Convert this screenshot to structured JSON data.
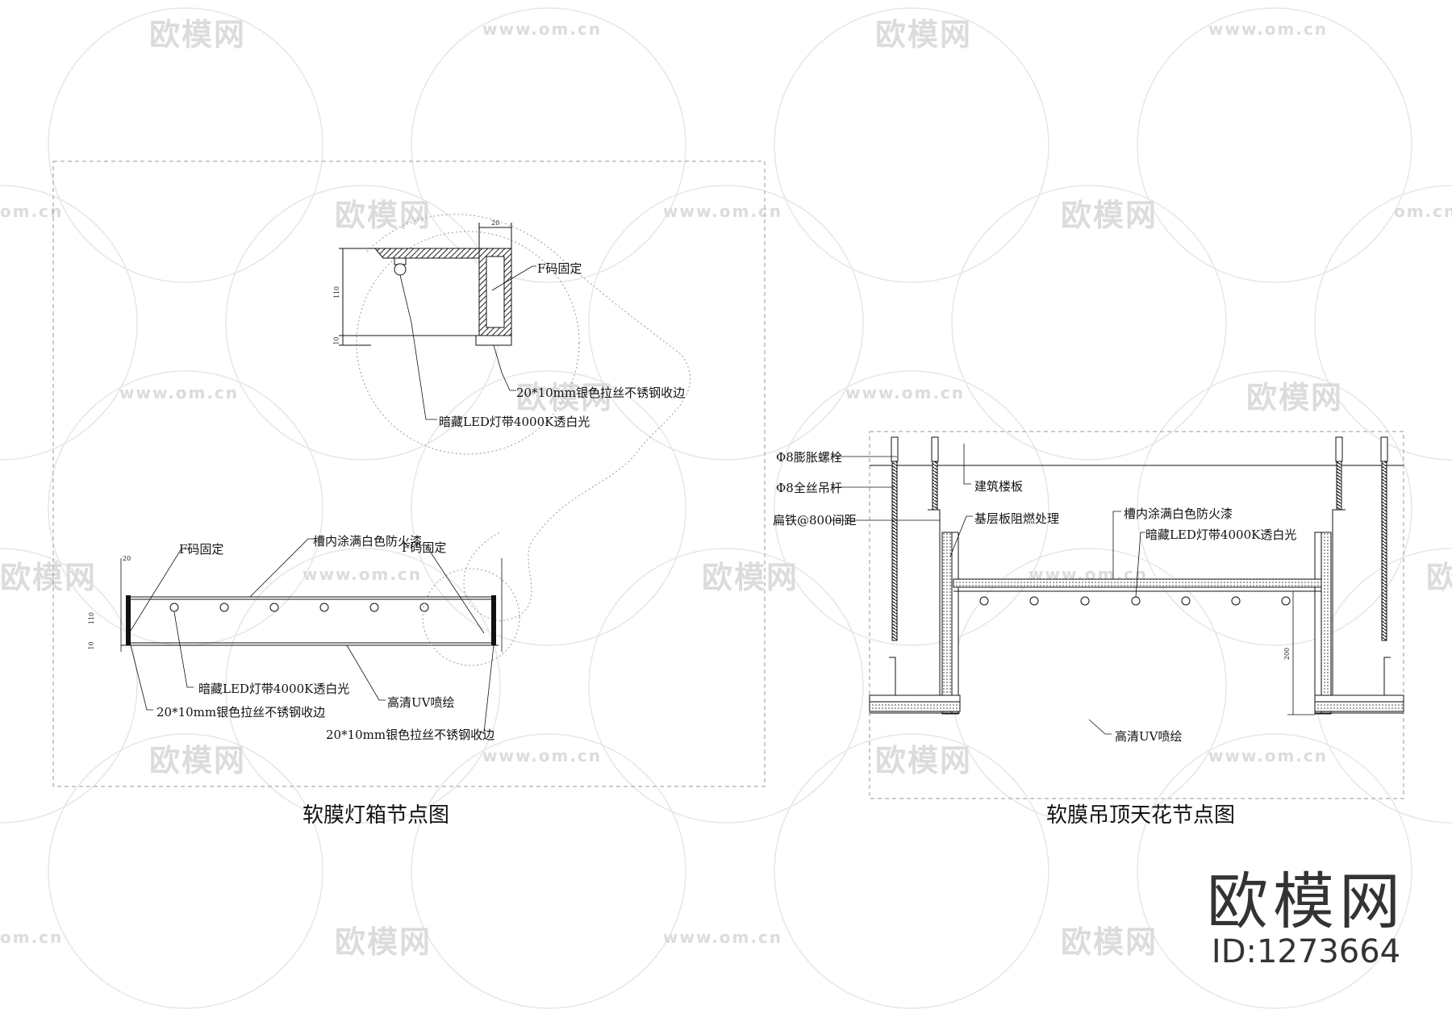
{
  "watermark": {
    "brand_text": "欧模网",
    "url_text": "www.om.cn",
    "partial_url": "om.cn"
  },
  "left_drawing": {
    "caption": "软膜灯箱节点图",
    "detail": {
      "f_clip": "F码固定",
      "steel_trim": "20*10mm银色拉丝不锈钢收边",
      "led_strip": "暗藏LED灯带4000K透白光",
      "dim_width": "20",
      "dim_height": "110",
      "dim_bottom": "10"
    },
    "section": {
      "groove_paint": "槽内涂满白色防火漆",
      "f_clip_left": "F码固定",
      "f_clip_right": "F码固定",
      "led_strip": "暗藏LED灯带4000K透白光",
      "uv_print": "高清UV喷绘",
      "steel_trim_left": "20*10mm银色拉丝不锈钢收边",
      "steel_trim_right": "20*10mm银色拉丝不锈钢收边",
      "dim_110": "110",
      "dim_20": "20",
      "dim_10": "10"
    }
  },
  "right_drawing": {
    "caption": "软膜吊顶天花节点图",
    "labels": {
      "expansion_bolt": "Φ8膨胀螺栓",
      "threaded_rod": "Φ8全丝吊杆",
      "flat_iron": "扁铁@800间距",
      "floor_slab": "建筑楼板",
      "base_board": "基层板阻燃处理",
      "groove_paint": "槽内涂满白色防火漆",
      "led_strip": "暗藏LED灯带4000K透白光",
      "uv_print": "高清UV喷绘",
      "dim_200": "200"
    }
  },
  "brand": {
    "name": "欧模网",
    "id": "ID:1273664"
  },
  "colors": {
    "line": "#111111",
    "dashed": "#9a9a9a",
    "watermark": "#dcdcdc",
    "hatch": "#222222"
  }
}
